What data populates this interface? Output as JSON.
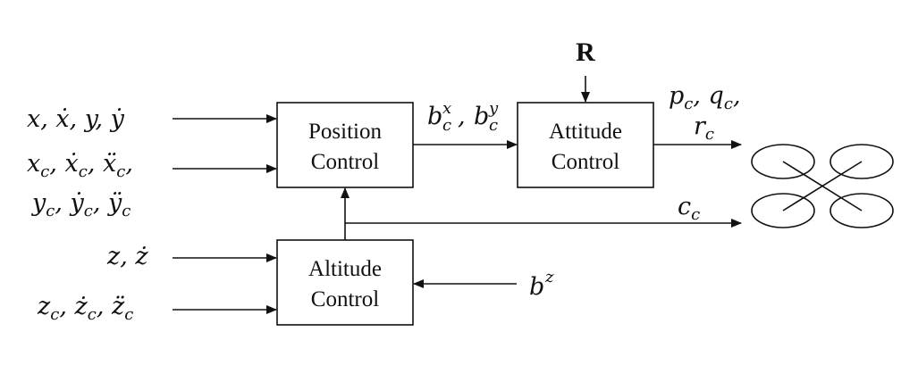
{
  "blocks": {
    "position": [
      "Position",
      "Control"
    ],
    "attitude": [
      "Attitude",
      "Control"
    ],
    "altitude": [
      "Altitude",
      "Control"
    ]
  },
  "labels": {
    "rotation": "R",
    "pos_input_1": "x, ẋ, y, ẏ",
    "pos_input_2a": "x",
    "pos_input_2a_sub": "c",
    "pos_input_2b": ", ẋ",
    "pos_input_2b_sub": "c",
    "pos_input_2c": ", ẍ",
    "pos_input_2c_sub": "c",
    "pos_input_2d": ",",
    "pos_input_3a": "y",
    "pos_input_3a_sub": "c",
    "pos_input_3b": ", ẏ",
    "pos_input_3b_sub": "c",
    "pos_input_3c": ", ÿ",
    "pos_input_3c_sub": "c",
    "alt_input_1": "z, ż",
    "alt_input_2a": "z",
    "alt_input_2a_sub": "c",
    "alt_input_2b": ", ż",
    "alt_input_2b_sub": "c",
    "alt_input_2c": ", z̈",
    "alt_input_2c_sub": "c",
    "bxy_b1": "b",
    "bxy_sup1": "x",
    "bxy_sub1": "c",
    "bxy_comma": ",",
    "bxy_b2": "b",
    "bxy_sup2": "y",
    "bxy_sub2": "c",
    "pqr_p": "p",
    "pqr_p_sub": "c",
    "pqr_q": ", q",
    "pqr_q_sub": "c",
    "pqr_comma": ",",
    "pqr_r": "r",
    "pqr_r_sub": "c",
    "cc_c": "c",
    "cc_sub": "c",
    "bz_b": "b",
    "bz_sup": "z"
  }
}
